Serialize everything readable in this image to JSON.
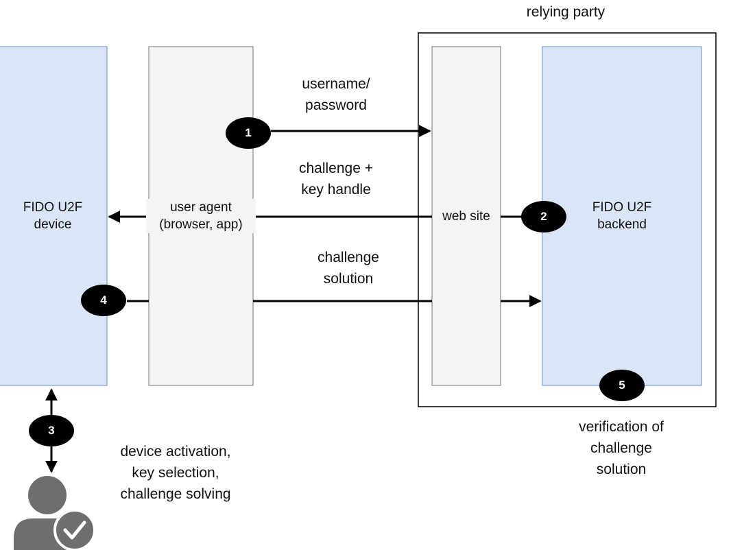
{
  "relying_party": {
    "label": "relying party"
  },
  "fido_device": {
    "label_line1": "FIDO U2F",
    "label_line2": "device"
  },
  "user_agent": {
    "label_line1": "user agent",
    "label_line2": "(browser, app)"
  },
  "web_site": {
    "label": "web site"
  },
  "fido_backend": {
    "label_line1": "FIDO U2F",
    "label_line2": "backend"
  },
  "steps": {
    "s1": {
      "number": "1",
      "label_line1": "username/",
      "label_line2": "password"
    },
    "s2": {
      "number": "2",
      "label_line1": "challenge +",
      "label_line2": "key handle"
    },
    "s3": {
      "number": "3",
      "label_line1": "device activation,",
      "label_line2": "key selection,",
      "label_line3": "challenge solving"
    },
    "s4": {
      "number": "4",
      "label_line1": "challenge",
      "label_line2": "solution"
    },
    "s5": {
      "number": "5",
      "label_line1": "verification of",
      "label_line2": "challenge",
      "label_line3": "solution"
    }
  },
  "icons": {
    "user": "user-check-icon"
  },
  "colors": {
    "blue_box": "#dae6f8",
    "blue_border": "#7a9fd0",
    "gray_box": "#f4f4f4",
    "gray_border": "#8a8a8a",
    "stroke": "#000000"
  }
}
